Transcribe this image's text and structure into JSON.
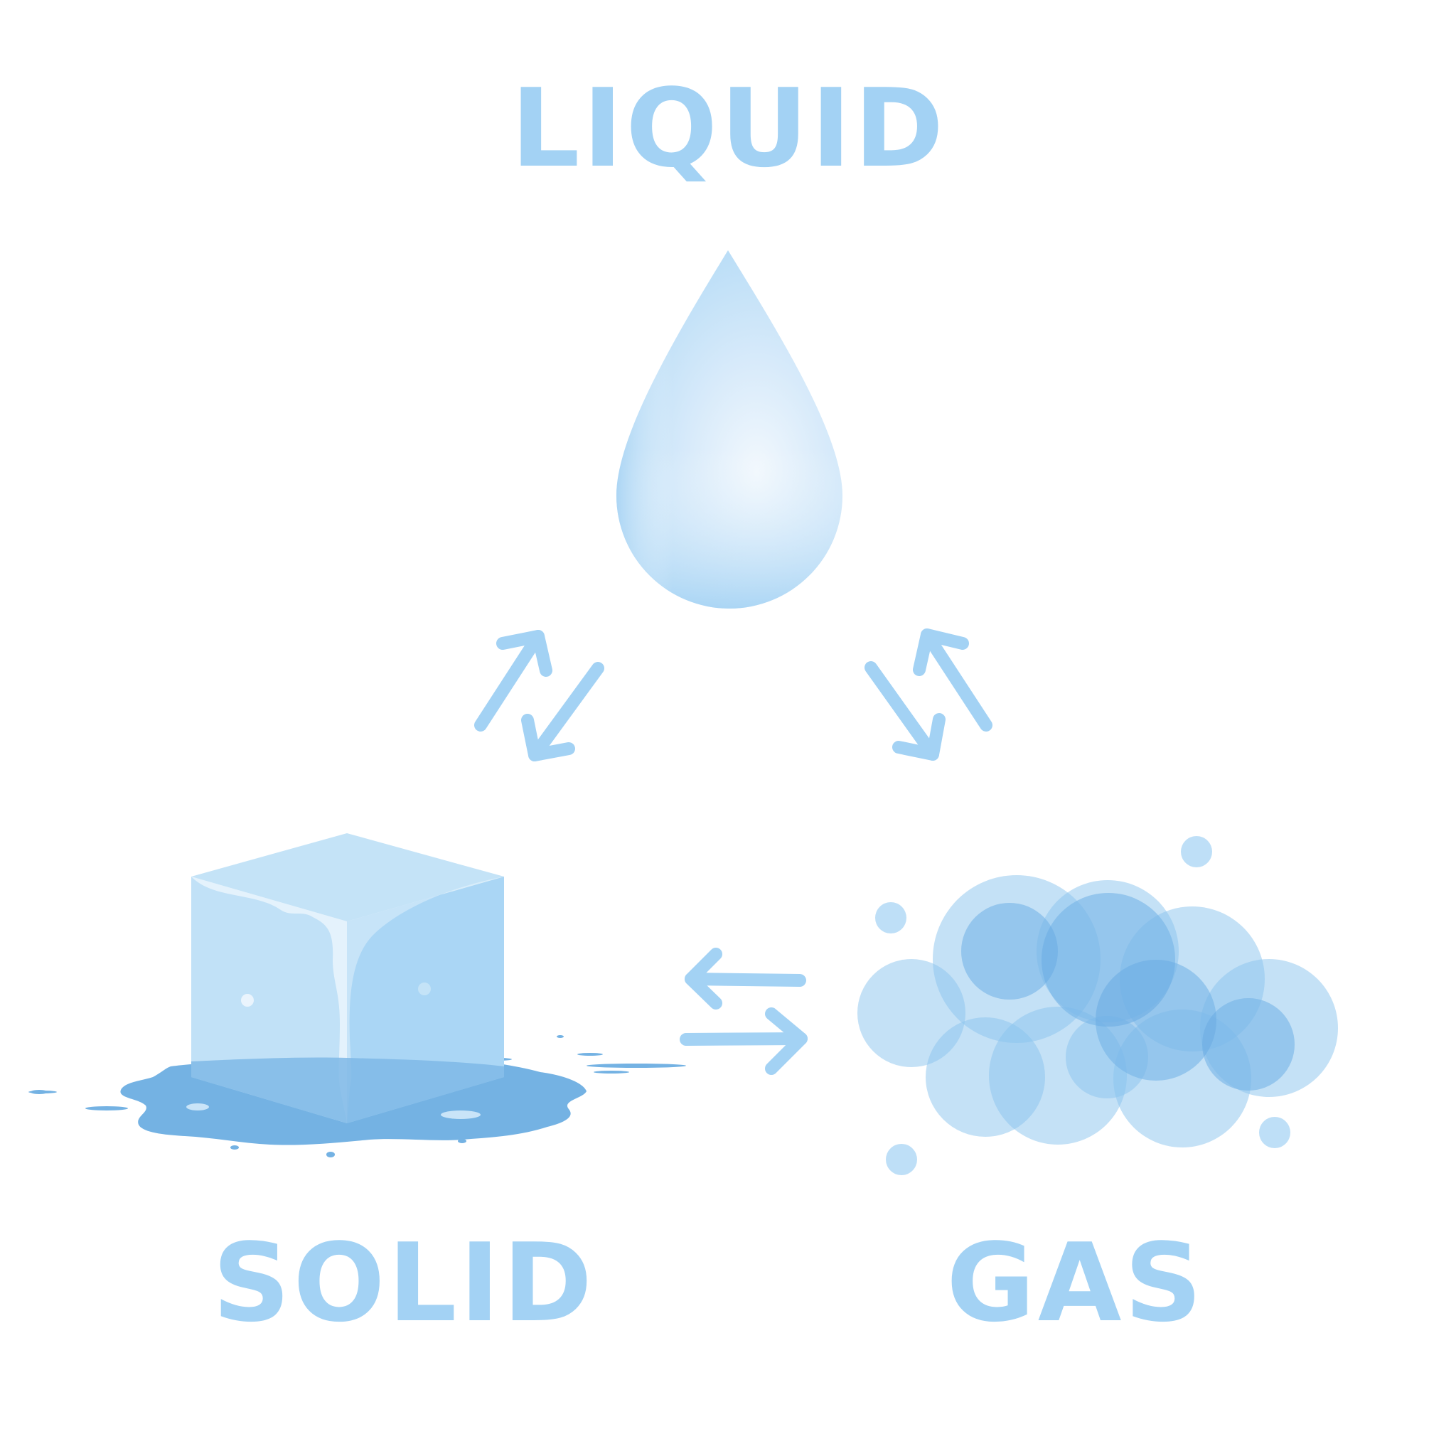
{
  "labels": {
    "liquid": "LIQUID",
    "solid": "SOLID",
    "gas": "GAS"
  },
  "icons": {
    "liquid": "water-drop-icon",
    "solid": "melting-ice-cube-icon",
    "gas": "vapor-bubbles-icon",
    "transitions": "double-arrow-icon"
  },
  "colors": {
    "label": "#a3d2f4",
    "arrow": "#a3d2f4",
    "drop_light": "#eaf4fc",
    "drop_dark": "#a9d6f5",
    "ice_top": "#c4e3f7",
    "ice_left": "#c1e1f7",
    "ice_right": "#aad6f5",
    "ice_highlight": "#eaf4fd",
    "puddle": "#74b2e3",
    "bubble": "#89c4ee",
    "bubble_dark": "#4a8fd6"
  }
}
